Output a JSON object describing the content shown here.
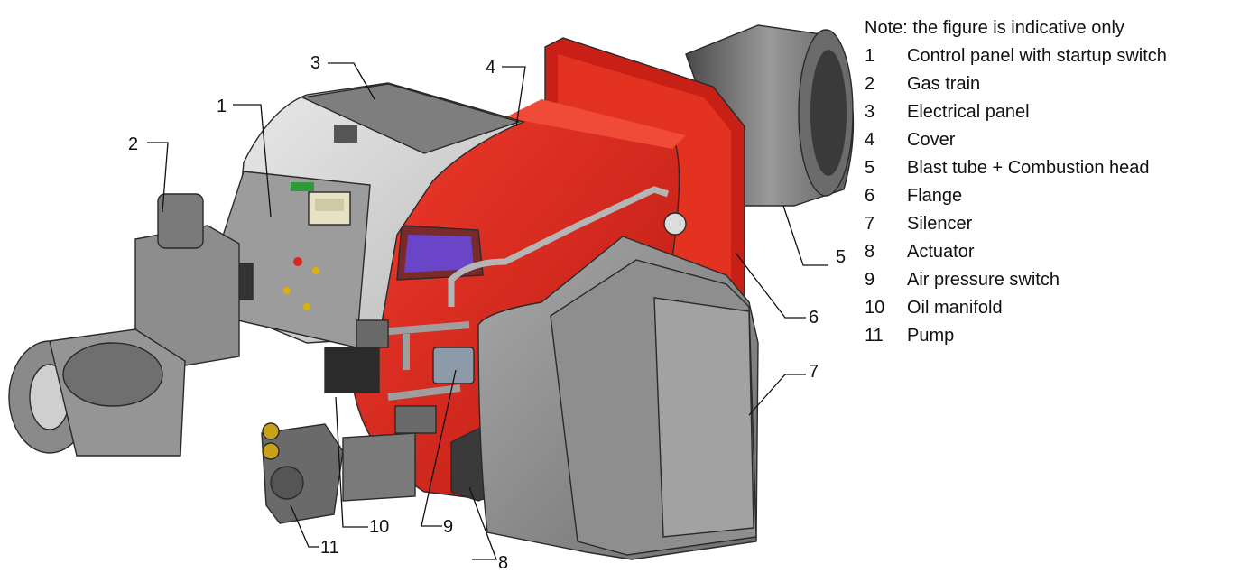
{
  "legend": {
    "note": "Note: the figure is indicative only",
    "items": [
      {
        "num": "1",
        "label": "Control panel with startup switch"
      },
      {
        "num": "2",
        "label": "Gas train"
      },
      {
        "num": "3",
        "label": "Electrical panel"
      },
      {
        "num": "4",
        "label": "Cover"
      },
      {
        "num": "5",
        "label": "Blast tube + Combustion head"
      },
      {
        "num": "6",
        "label": "Flange"
      },
      {
        "num": "7",
        "label": "Silencer"
      },
      {
        "num": "8",
        "label": "Actuator"
      },
      {
        "num": "9",
        "label": "Air pressure switch"
      },
      {
        "num": "10",
        "label": "Oil manifold"
      },
      {
        "num": "11",
        "label": "Pump"
      }
    ]
  },
  "callouts": [
    "1",
    "2",
    "3",
    "4",
    "5",
    "6",
    "7",
    "8",
    "9",
    "10",
    "11"
  ],
  "colors": {
    "cover_red": "#d9261c",
    "housing_grey": "#8c8c8c",
    "panel_light": "#d9d9d9",
    "window_purple": "#6a45c8"
  }
}
